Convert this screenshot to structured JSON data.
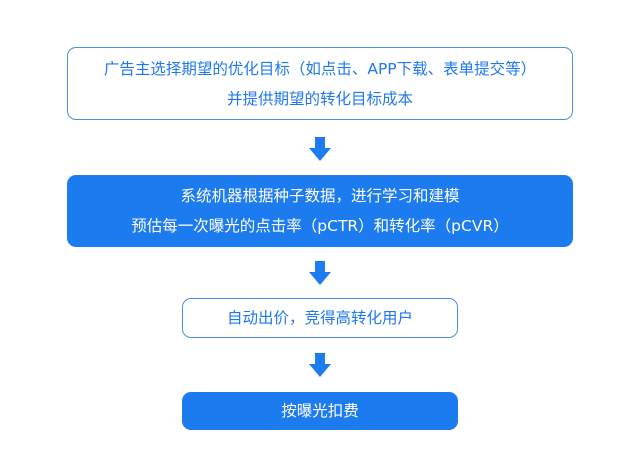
{
  "steps": [
    {
      "lines": [
        "广告主选择期望的优化目标（如点击、APP下载、表单提交等）",
        "并提供期望的转化目标成本"
      ]
    },
    {
      "lines": [
        "系统机器根据种子数据，进行学习和建模",
        "预估每一次曝光的点击率（pCTR）和转化率（pCVR）"
      ]
    },
    {
      "lines": [
        "自动出价，竞得高转化用户"
      ]
    },
    {
      "lines": [
        "按曝光扣费"
      ]
    }
  ],
  "colors": {
    "accent": "#1c7bef",
    "border": "#4a8fe0",
    "outline_text": "#1f78f0",
    "filled_text": "#ffffff",
    "arrow": "#1c7bef"
  },
  "icons": {
    "arrow": "arrow-down-icon"
  }
}
